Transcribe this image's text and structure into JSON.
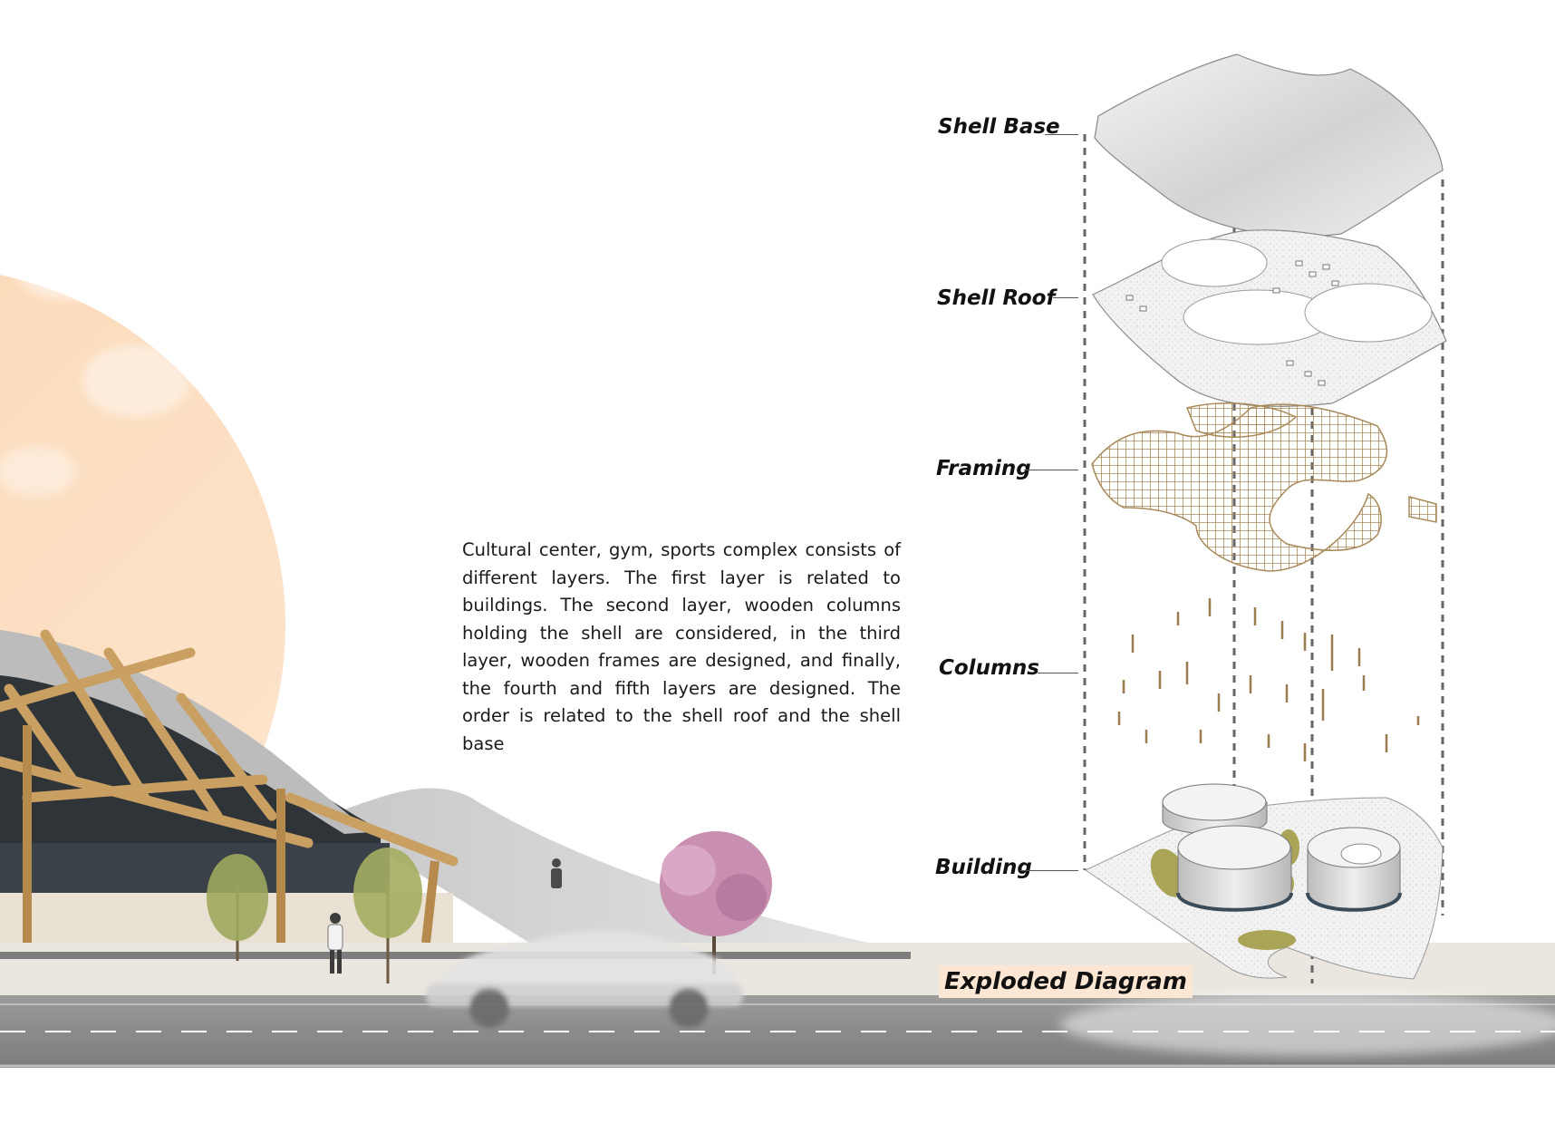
{
  "diagram": {
    "layers": [
      {
        "id": "shell-base",
        "label": "Shell Base"
      },
      {
        "id": "shell-roof",
        "label": "Shell Roof"
      },
      {
        "id": "framing",
        "label": "Framing"
      },
      {
        "id": "columns",
        "label": "Columns"
      },
      {
        "id": "building",
        "label": "Building"
      }
    ],
    "title": "Exploded Diagram"
  },
  "description": "Cultural center, gym, sports complex consists of different layers. The first layer is related to buildings. The second layer, wooden columns holding the shell are considered, in the third layer, wooden frames are designed, and finally, the fourth and fifth layers are designed. The order is related to the shell roof and the shell base",
  "colors": {
    "sun": "#fce0c4",
    "shell": "#d9d9d9",
    "timber": "#c9a062",
    "road": "#8a8a8a",
    "grass": "#a9a456",
    "blossom": "#c98fb0",
    "title_highlight": "#fbe7d3"
  }
}
